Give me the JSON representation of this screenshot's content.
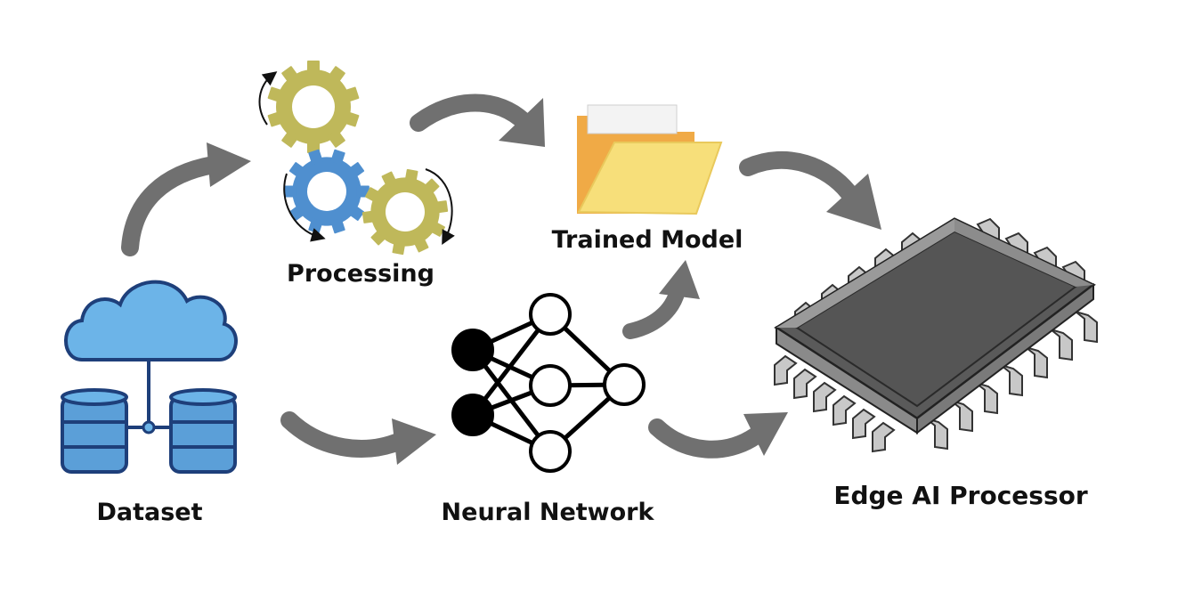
{
  "nodes": {
    "dataset": {
      "label": "Dataset"
    },
    "processing": {
      "label": "Processing"
    },
    "trained_model": {
      "label": "Trained Model"
    },
    "neural_network": {
      "label": "Neural Network"
    },
    "edge_processor": {
      "label": "Edge AI Processor"
    }
  },
  "icons": {
    "dataset": "cloud-database-icon",
    "processing": "gears-icon",
    "trained_model": "folder-icon",
    "neural_network": "neural-network-icon",
    "edge_processor": "microchip-icon"
  },
  "colors": {
    "cloud": "#6cb4e8",
    "database": "#5b9fd8",
    "outline": "#1e3f7a",
    "gear_olive": "#bfb85a",
    "gear_blue": "#4f8fcf",
    "folder_front": "#f7df7a",
    "folder_back": "#f0aa46",
    "arrow": "#707070",
    "chip": "#5a5a5a"
  }
}
